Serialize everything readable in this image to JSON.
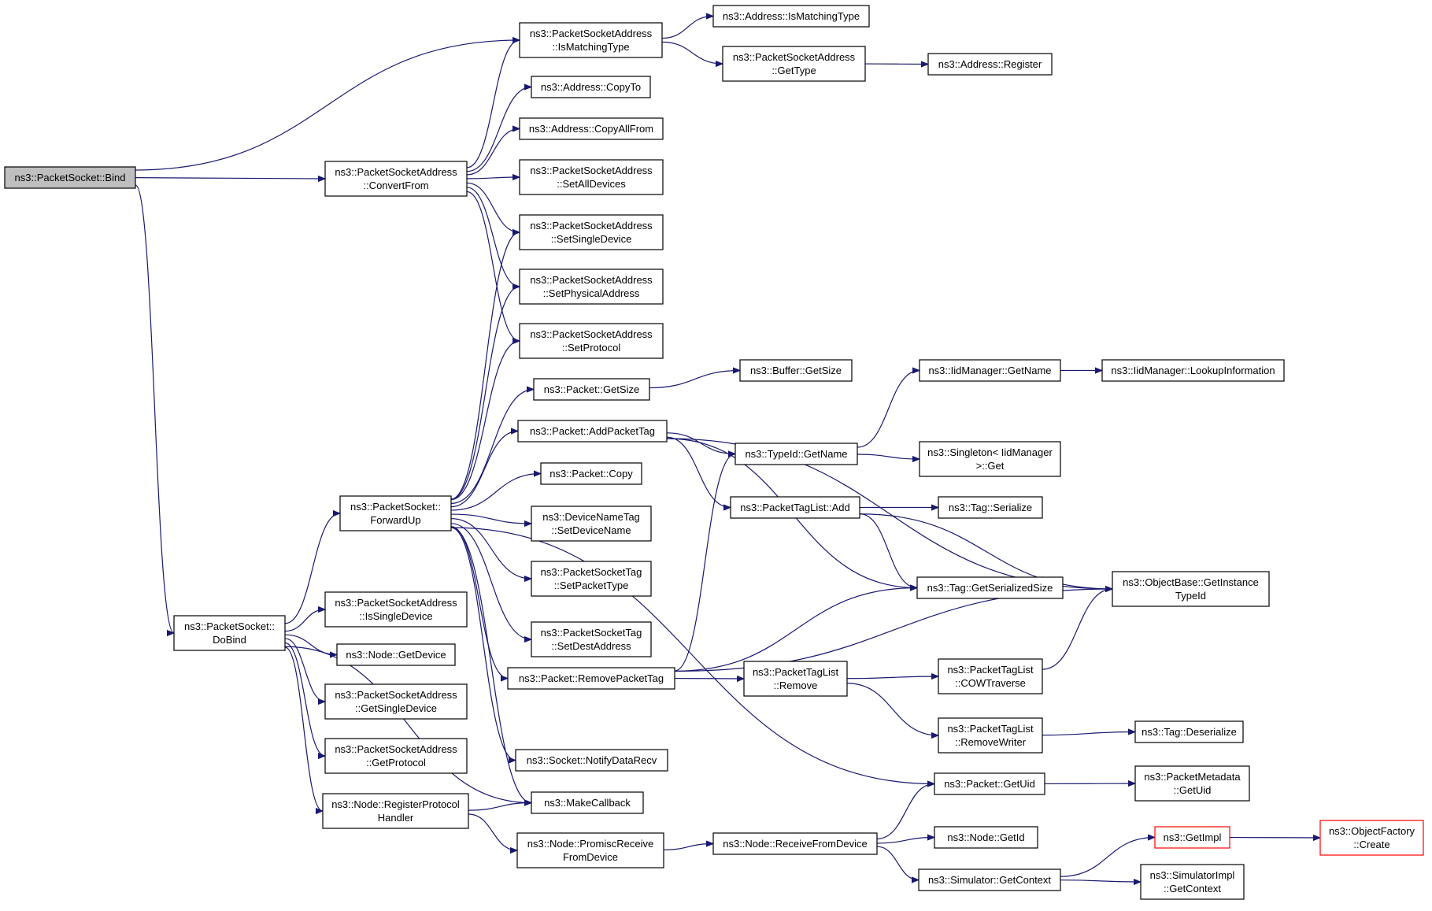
{
  "graph": {
    "edge_color": "#191970",
    "root_fill": "#bfbfbf",
    "truncated_border": "#ff0000",
    "nodes": [
      {
        "id": "bind",
        "lines": [
          "ns3::PacketSocket::Bind"
        ],
        "style": "root"
      },
      {
        "id": "is_matching",
        "lines": [
          "ns3::PacketSocketAddress",
          "::IsMatchingType"
        ]
      },
      {
        "id": "addr_is_matching",
        "lines": [
          "ns3::Address::IsMatchingType"
        ]
      },
      {
        "id": "psa_gettype",
        "lines": [
          "ns3::PacketSocketAddress",
          "::GetType"
        ]
      },
      {
        "id": "addr_register",
        "lines": [
          "ns3::Address::Register"
        ]
      },
      {
        "id": "addr_copyto",
        "lines": [
          "ns3::Address::CopyTo"
        ]
      },
      {
        "id": "addr_copyallfrom",
        "lines": [
          "ns3::Address::CopyAllFrom"
        ]
      },
      {
        "id": "convert_from",
        "lines": [
          "ns3::PacketSocketAddress",
          "::ConvertFrom"
        ]
      },
      {
        "id": "set_all_devices",
        "lines": [
          "ns3::PacketSocketAddress",
          "::SetAllDevices"
        ]
      },
      {
        "id": "set_single_device",
        "lines": [
          "ns3::PacketSocketAddress",
          "::SetSingleDevice"
        ]
      },
      {
        "id": "set_physical_address",
        "lines": [
          "ns3::PacketSocketAddress",
          "::SetPhysicalAddress"
        ]
      },
      {
        "id": "set_protocol",
        "lines": [
          "ns3::PacketSocketAddress",
          "::SetProtocol"
        ]
      },
      {
        "id": "packet_getsize",
        "lines": [
          "ns3::Packet::GetSize"
        ]
      },
      {
        "id": "buffer_getsize",
        "lines": [
          "ns3::Buffer::GetSize"
        ]
      },
      {
        "id": "iid_getname",
        "lines": [
          "ns3::IidManager::GetName"
        ]
      },
      {
        "id": "iid_lookup",
        "lines": [
          "ns3::IidManager::LookupInformation"
        ]
      },
      {
        "id": "add_packet_tag",
        "lines": [
          "ns3::Packet::AddPacketTag"
        ]
      },
      {
        "id": "typeid_getname",
        "lines": [
          "ns3::TypeId::GetName"
        ]
      },
      {
        "id": "singleton_get",
        "lines": [
          "ns3::Singleton< IidManager",
          ">::Get"
        ]
      },
      {
        "id": "packet_copy",
        "lines": [
          "ns3::Packet::Copy"
        ]
      },
      {
        "id": "ptl_add",
        "lines": [
          "ns3::PacketTagList::Add"
        ]
      },
      {
        "id": "tag_serialize",
        "lines": [
          "ns3::Tag::Serialize"
        ]
      },
      {
        "id": "forward_up",
        "lines": [
          "ns3::PacketSocket::",
          "ForwardUp"
        ]
      },
      {
        "id": "set_device_name",
        "lines": [
          "ns3::DeviceNameTag",
          "::SetDeviceName"
        ]
      },
      {
        "id": "set_packet_type",
        "lines": [
          "ns3::PacketSocketTag",
          "::SetPacketType"
        ]
      },
      {
        "id": "tag_getserializedsize",
        "lines": [
          "ns3::Tag::GetSerializedSize"
        ]
      },
      {
        "id": "objbase_getinstance",
        "lines": [
          "ns3::ObjectBase::GetInstance",
          "TypeId"
        ]
      },
      {
        "id": "is_single_device",
        "lines": [
          "ns3::PacketSocketAddress",
          "::IsSingleDevice"
        ]
      },
      {
        "id": "do_bind",
        "lines": [
          "ns3::PacketSocket::",
          "DoBind"
        ]
      },
      {
        "id": "set_dest_address",
        "lines": [
          "ns3::PacketSocketTag",
          "::SetDestAddress"
        ]
      },
      {
        "id": "node_getdevice",
        "lines": [
          "ns3::Node::GetDevice"
        ]
      },
      {
        "id": "remove_packet_tag",
        "lines": [
          "ns3::Packet::RemovePacketTag"
        ]
      },
      {
        "id": "ptl_remove",
        "lines": [
          "ns3::PacketTagList",
          "::Remove"
        ]
      },
      {
        "id": "ptl_cowtraverse",
        "lines": [
          "ns3::PacketTagList",
          "::COWTraverse"
        ]
      },
      {
        "id": "get_single_device",
        "lines": [
          "ns3::PacketSocketAddress",
          "::GetSingleDevice"
        ]
      },
      {
        "id": "ptl_removewriter",
        "lines": [
          "ns3::PacketTagList",
          "::RemoveWriter"
        ]
      },
      {
        "id": "tag_deserialize",
        "lines": [
          "ns3::Tag::Deserialize"
        ]
      },
      {
        "id": "get_protocol",
        "lines": [
          "ns3::PacketSocketAddress",
          "::GetProtocol"
        ]
      },
      {
        "id": "socket_notifydatarecv",
        "lines": [
          "ns3::Socket::NotifyDataRecv"
        ]
      },
      {
        "id": "packet_getuid",
        "lines": [
          "ns3::Packet::GetUid"
        ]
      },
      {
        "id": "pmeta_getuid",
        "lines": [
          "ns3::PacketMetadata",
          "::GetUid"
        ]
      },
      {
        "id": "register_protocol_handler",
        "lines": [
          "ns3::Node::RegisterProtocol",
          "Handler"
        ]
      },
      {
        "id": "make_callback",
        "lines": [
          "ns3::MakeCallback"
        ]
      },
      {
        "id": "promisc_receive",
        "lines": [
          "ns3::Node::PromiscReceive",
          "FromDevice"
        ]
      },
      {
        "id": "receive_from_device",
        "lines": [
          "ns3::Node::ReceiveFromDevice"
        ]
      },
      {
        "id": "node_getid",
        "lines": [
          "ns3::Node::GetId"
        ]
      },
      {
        "id": "get_impl",
        "lines": [
          "ns3::GetImpl"
        ],
        "style": "truncated"
      },
      {
        "id": "objfactory_create",
        "lines": [
          "ns3::ObjectFactory",
          "::Create"
        ],
        "style": "truncated"
      },
      {
        "id": "simulator_getcontext",
        "lines": [
          "ns3::Simulator::GetContext"
        ]
      },
      {
        "id": "simimpl_getcontext",
        "lines": [
          "ns3::SimulatorImpl",
          "::GetContext"
        ]
      }
    ],
    "edges": [
      [
        "bind",
        "is_matching"
      ],
      [
        "bind",
        "convert_from"
      ],
      [
        "bind",
        "do_bind"
      ],
      [
        "is_matching",
        "addr_is_matching"
      ],
      [
        "is_matching",
        "psa_gettype"
      ],
      [
        "psa_gettype",
        "addr_register"
      ],
      [
        "convert_from",
        "is_matching"
      ],
      [
        "convert_from",
        "addr_copyto"
      ],
      [
        "convert_from",
        "addr_copyallfrom"
      ],
      [
        "convert_from",
        "set_all_devices"
      ],
      [
        "convert_from",
        "set_single_device"
      ],
      [
        "convert_from",
        "set_physical_address"
      ],
      [
        "convert_from",
        "set_protocol"
      ],
      [
        "forward_up",
        "set_single_device"
      ],
      [
        "forward_up",
        "set_physical_address"
      ],
      [
        "forward_up",
        "set_protocol"
      ],
      [
        "forward_up",
        "packet_getsize"
      ],
      [
        "forward_up",
        "add_packet_tag"
      ],
      [
        "forward_up",
        "packet_copy"
      ],
      [
        "forward_up",
        "set_device_name"
      ],
      [
        "forward_up",
        "set_packet_type"
      ],
      [
        "forward_up",
        "set_dest_address"
      ],
      [
        "forward_up",
        "remove_packet_tag"
      ],
      [
        "forward_up",
        "socket_notifydatarecv"
      ],
      [
        "forward_up",
        "make_callback"
      ],
      [
        "forward_up",
        "packet_getuid"
      ],
      [
        "packet_getsize",
        "buffer_getsize"
      ],
      [
        "add_packet_tag",
        "typeid_getname"
      ],
      [
        "add_packet_tag",
        "ptl_add"
      ],
      [
        "add_packet_tag",
        "objbase_getinstance"
      ],
      [
        "add_packet_tag",
        "tag_getserializedsize"
      ],
      [
        "typeid_getname",
        "iid_getname"
      ],
      [
        "typeid_getname",
        "singleton_get"
      ],
      [
        "iid_getname",
        "iid_lookup"
      ],
      [
        "ptl_add",
        "tag_serialize"
      ],
      [
        "ptl_add",
        "tag_getserializedsize"
      ],
      [
        "ptl_add",
        "objbase_getinstance"
      ],
      [
        "remove_packet_tag",
        "typeid_getname"
      ],
      [
        "remove_packet_tag",
        "tag_getserializedsize"
      ],
      [
        "remove_packet_tag",
        "objbase_getinstance"
      ],
      [
        "remove_packet_tag",
        "ptl_remove"
      ],
      [
        "ptl_remove",
        "ptl_cowtraverse"
      ],
      [
        "ptl_remove",
        "ptl_removewriter"
      ],
      [
        "ptl_cowtraverse",
        "objbase_getinstance"
      ],
      [
        "ptl_removewriter",
        "tag_deserialize"
      ],
      [
        "packet_getuid",
        "pmeta_getuid"
      ],
      [
        "do_bind",
        "forward_up"
      ],
      [
        "do_bind",
        "is_single_device"
      ],
      [
        "do_bind",
        "node_getdevice"
      ],
      [
        "do_bind",
        "get_single_device"
      ],
      [
        "do_bind",
        "get_protocol"
      ],
      [
        "do_bind",
        "register_protocol_handler"
      ],
      [
        "do_bind",
        "make_callback"
      ],
      [
        "register_protocol_handler",
        "make_callback"
      ],
      [
        "register_protocol_handler",
        "promisc_receive"
      ],
      [
        "promisc_receive",
        "receive_from_device"
      ],
      [
        "receive_from_device",
        "packet_getuid"
      ],
      [
        "receive_from_device",
        "node_getid"
      ],
      [
        "receive_from_device",
        "simulator_getcontext"
      ],
      [
        "simulator_getcontext",
        "get_impl"
      ],
      [
        "simulator_getcontext",
        "simimpl_getcontext"
      ],
      [
        "get_impl",
        "objfactory_create"
      ]
    ]
  }
}
